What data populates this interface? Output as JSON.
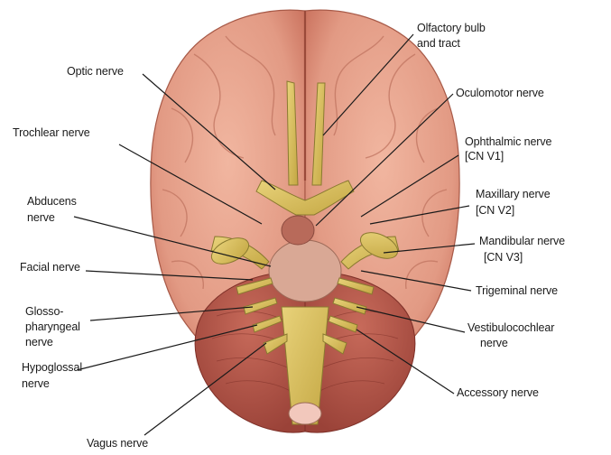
{
  "labels": {
    "olfactory_1": "Olfactory bulb",
    "olfactory_2": "and tract",
    "optic": "Optic nerve",
    "oculomotor": "Oculomotor nerve",
    "trochlear": "Trochlear nerve",
    "ophthalmic_1": "Ophthalmic nerve",
    "ophthalmic_2": "[CN V1]",
    "abducens_1": "Abducens",
    "abducens_2": "nerve",
    "maxillary_1": "Maxillary nerve",
    "maxillary_2": "[CN V2]",
    "mandibular_1": "Mandibular nerve",
    "mandibular_2": "[CN V3]",
    "facial": "Facial nerve",
    "trigeminal": "Trigeminal nerve",
    "glosso_1": "Glosso-",
    "glosso_2": "pharyngeal",
    "glosso_3": "nerve",
    "vestibulo_1": "Vestibulocochlear",
    "vestibulo_2": "nerve",
    "hypoglossal_1": "Hypoglossal",
    "hypoglossal_2": "nerve",
    "accessory": "Accessory nerve",
    "vagus": "Vagus nerve"
  },
  "colors": {
    "cerebrum": "#e9a08a",
    "cerebrum_dark": "#c9705c",
    "cerebellum": "#b9574a",
    "nerve": "#d6bc57",
    "nerve_dark": "#8a7a30",
    "leader": "#1a1a1a"
  }
}
